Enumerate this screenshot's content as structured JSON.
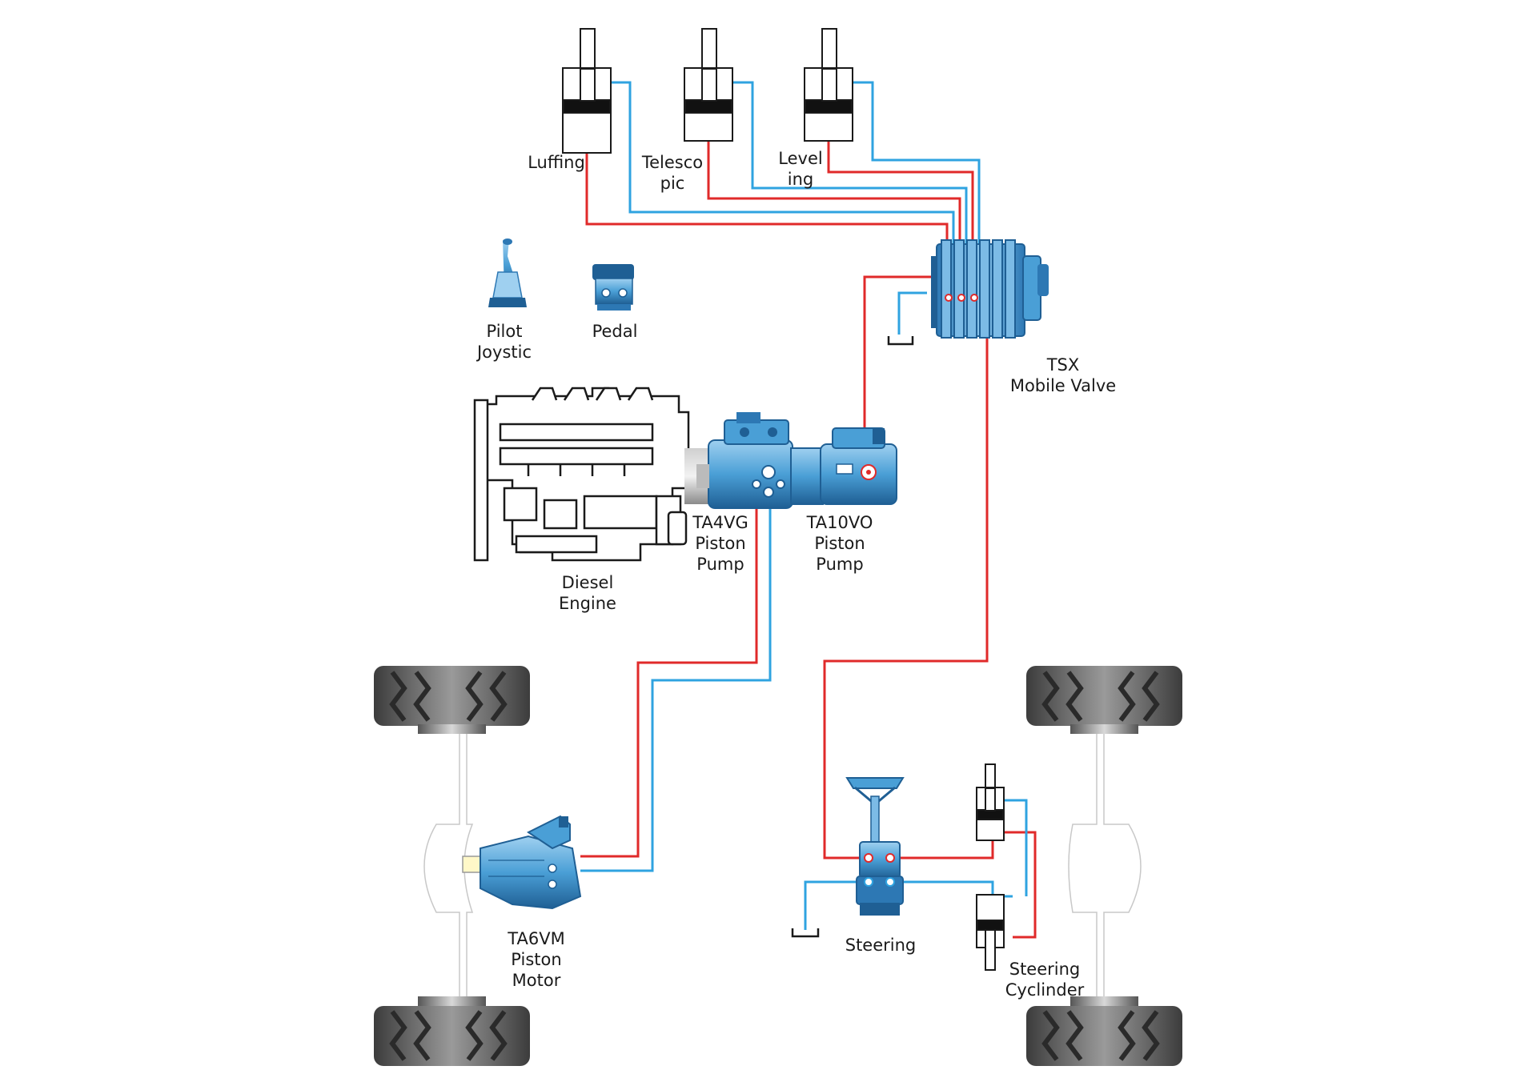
{
  "colors": {
    "pressure_line": "#e02a2a",
    "return_line": "#2fa3e0",
    "component_blue": "#4a9fd6",
    "component_dark": "#1f5f94",
    "outline": "#1a1a1a",
    "tire": "#6e6e6e"
  },
  "labels": {
    "luffing": "Luffing",
    "telescopic_1": "Telesco",
    "telescopic_2": "pic",
    "leveling_1": "Level",
    "leveling_2": "ing",
    "pilot_1": "Pilot",
    "pilot_2": "Joystic",
    "pedal": "Pedal",
    "tsx_1": "TSX",
    "tsx_2": "Mobile Valve",
    "diesel_1": "Diesel",
    "diesel_2": "Engine",
    "ta4vg_1": "TA4VG",
    "ta4vg_2": "Piston",
    "ta4vg_3": "Pump",
    "ta10vo_1": "TA10VO",
    "ta10vo_2": "Piston",
    "ta10vo_3": "Pump",
    "ta6vm_1": "TA6VM",
    "ta6vm_2": "Piston",
    "ta6vm_3": "Motor",
    "steering": "Steering",
    "steer_cyl_1": "Steering",
    "steer_cyl_2": "Cyclinder"
  },
  "icons": {
    "cylinders": [
      "luffing-cylinder-icon",
      "telescopic-cylinder-icon",
      "leveling-cylinder-icon"
    ],
    "controls": [
      "pilot-joystick-icon",
      "pedal-icon"
    ],
    "valve": "tsx-mobile-valve-icon",
    "engine": "diesel-engine-icon",
    "pumps": [
      "ta4vg-pump-icon",
      "ta10vo-pump-icon"
    ],
    "motor": "ta6vm-motor-icon",
    "steering": "steering-unit-icon",
    "tires": [
      "tire-front-left-icon",
      "tire-front-right-icon",
      "tire-rear-left-icon",
      "tire-rear-right-icon"
    ],
    "tank": "tank-icon"
  }
}
